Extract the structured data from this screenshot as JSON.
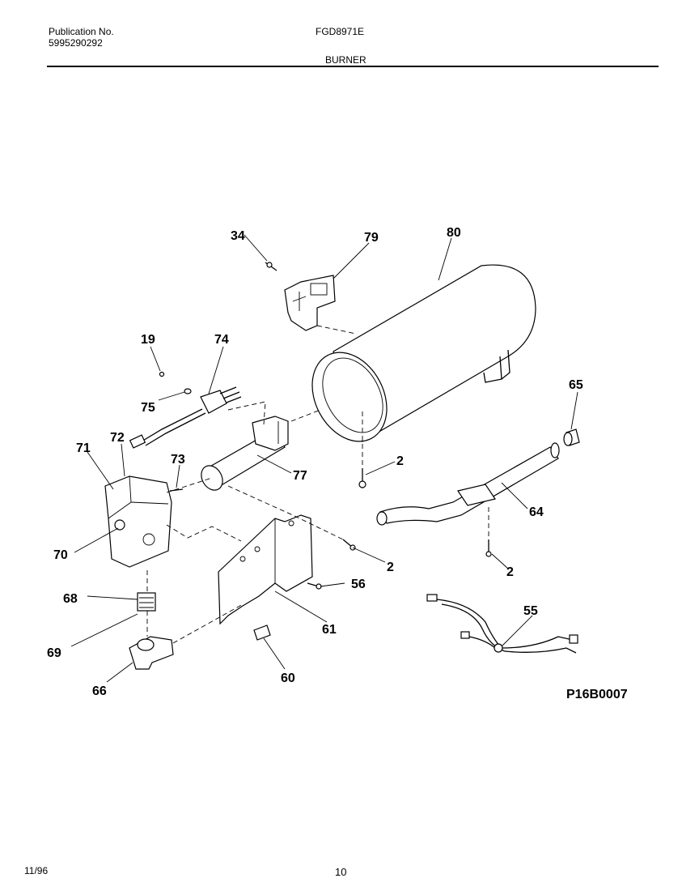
{
  "header": {
    "publication_label": "Publication No.",
    "publication_number": "5995290292",
    "model_number": "FGD8971E",
    "section_title": "BURNER"
  },
  "diagram": {
    "code": "P16B0007",
    "callouts": {
      "c34": "34",
      "c79": "79",
      "c80": "80",
      "c19": "19",
      "c74": "74",
      "c75": "75",
      "c65": "65",
      "c71": "71",
      "c72": "72",
      "c73": "73",
      "c77": "77",
      "c2a": "2",
      "c2b": "2",
      "c2c": "2",
      "c64": "64",
      "c70": "70",
      "c56": "56",
      "c68": "68",
      "c55": "55",
      "c61": "61",
      "c69": "69",
      "c60": "60",
      "c66": "66"
    }
  },
  "footer": {
    "date": "11/96",
    "page": "10"
  }
}
